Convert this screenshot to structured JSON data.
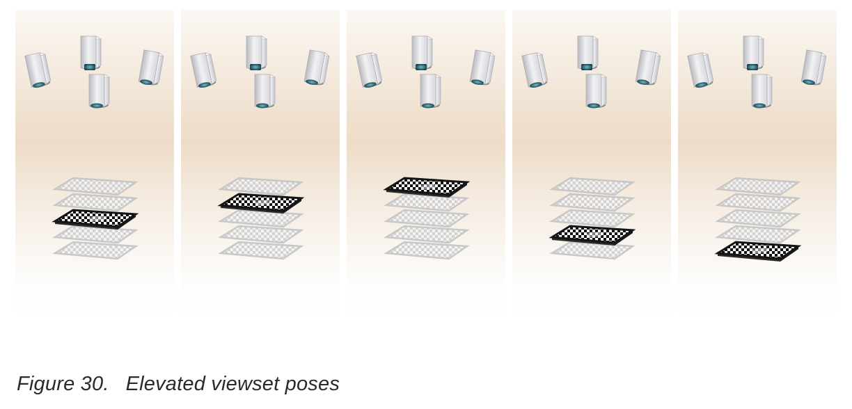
{
  "figure": {
    "label": "Figure 30.",
    "title": "Elevated viewset poses"
  },
  "panels": [
    {
      "id": 1,
      "highlighted_board_level": 3,
      "board_count": 5
    },
    {
      "id": 2,
      "highlighted_board_level": 2,
      "board_count": 5
    },
    {
      "id": 3,
      "highlighted_board_level": 1,
      "board_count": 5
    },
    {
      "id": 4,
      "highlighted_board_level": 4,
      "board_count": 5
    },
    {
      "id": 5,
      "highlighted_board_level": 5,
      "board_count": 5
    }
  ],
  "colors": {
    "active_board": "#1c1c1c",
    "inactive_board": "#c9c9c9",
    "camera_body": "#e8e8ea",
    "camera_lens": "#3f7f8c",
    "panel_tint": "#ecdac4"
  },
  "icons": {
    "camera": "camera-icon",
    "board": "checkerboard-icon"
  }
}
